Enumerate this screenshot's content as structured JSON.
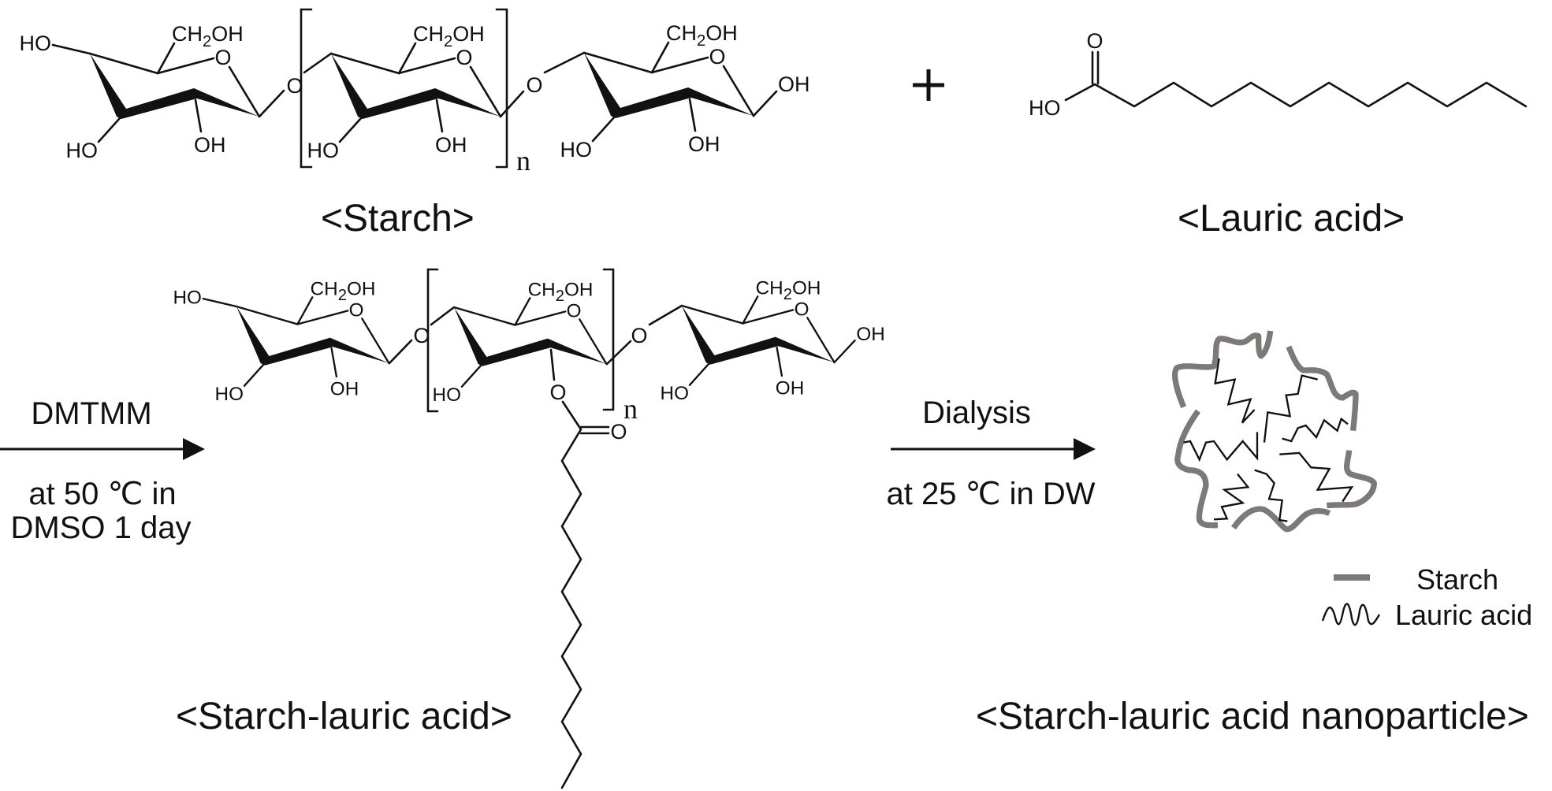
{
  "atoms": {
    "HO": "HO",
    "OH": "OH",
    "O": "O",
    "CH": "CH",
    "sub2": "2",
    "n": "n"
  },
  "reactants": {
    "starch_label": "<Starch>",
    "plus": "+",
    "lauric_label": "<Lauric acid>"
  },
  "step1": {
    "reagent": "DMTMM",
    "condition_line1": "at 50 ℃ in",
    "condition_line2": "DMSO 1 day"
  },
  "product": {
    "label": "<Starch-lauric acid>"
  },
  "step2": {
    "process": "Dialysis",
    "condition": "at 25 ℃ in DW"
  },
  "nanoparticle": {
    "label": "<Starch-lauric acid nanoparticle>",
    "legend": [
      {
        "label": "Starch",
        "color": "#7e7979"
      },
      {
        "label": "Lauric acid",
        "color": "#111111"
      }
    ]
  }
}
